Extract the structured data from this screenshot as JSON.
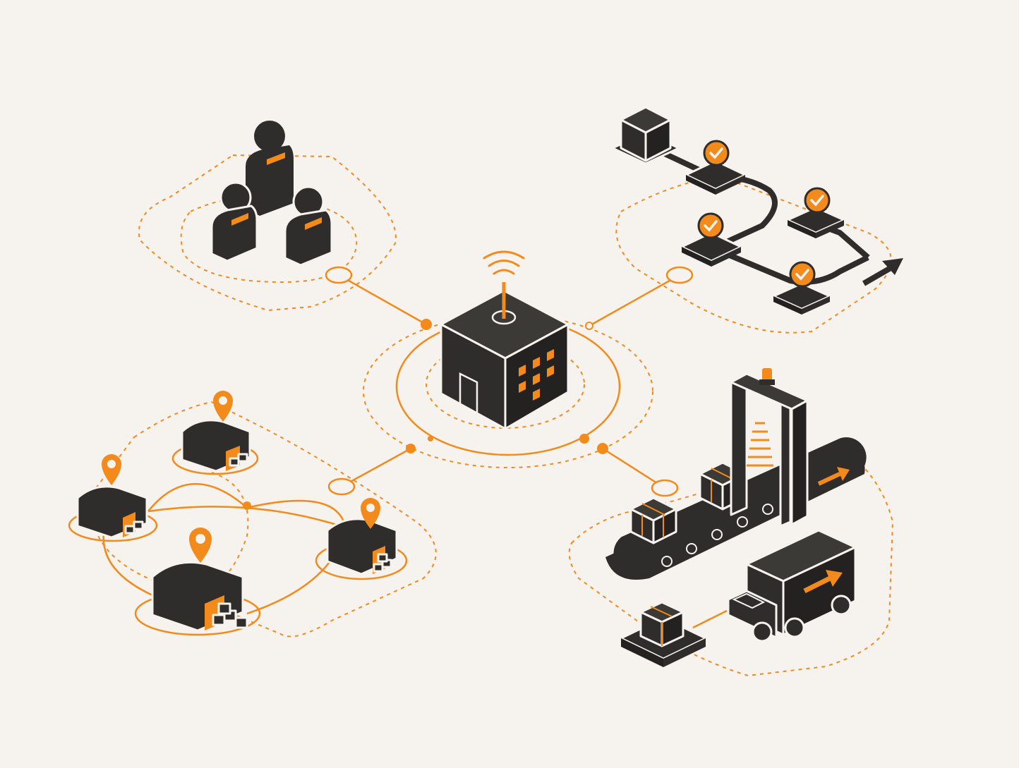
{
  "colors": {
    "background": "#f6f2ee",
    "dark": "#2e2d2b",
    "accent": "#f28a1c",
    "highlight": "#f6f2ee"
  },
  "nodes": [
    {
      "id": "hub",
      "icon": "factory-building-icon",
      "extra_icon": "wireless-signal-icon"
    },
    {
      "id": "team",
      "icon": "people-group-icon"
    },
    {
      "id": "workflow",
      "icon": "checklist-workflow-icon",
      "steps": 5,
      "completed": 4
    },
    {
      "id": "warehouses",
      "icon": "warehouse-location-icon",
      "locations": 4
    },
    {
      "id": "fulfillment",
      "icon": "conveyor-scanner-truck-icon"
    }
  ],
  "connections": [
    {
      "from": "hub",
      "to": "team"
    },
    {
      "from": "hub",
      "to": "workflow"
    },
    {
      "from": "hub",
      "to": "warehouses"
    },
    {
      "from": "hub",
      "to": "fulfillment"
    }
  ]
}
